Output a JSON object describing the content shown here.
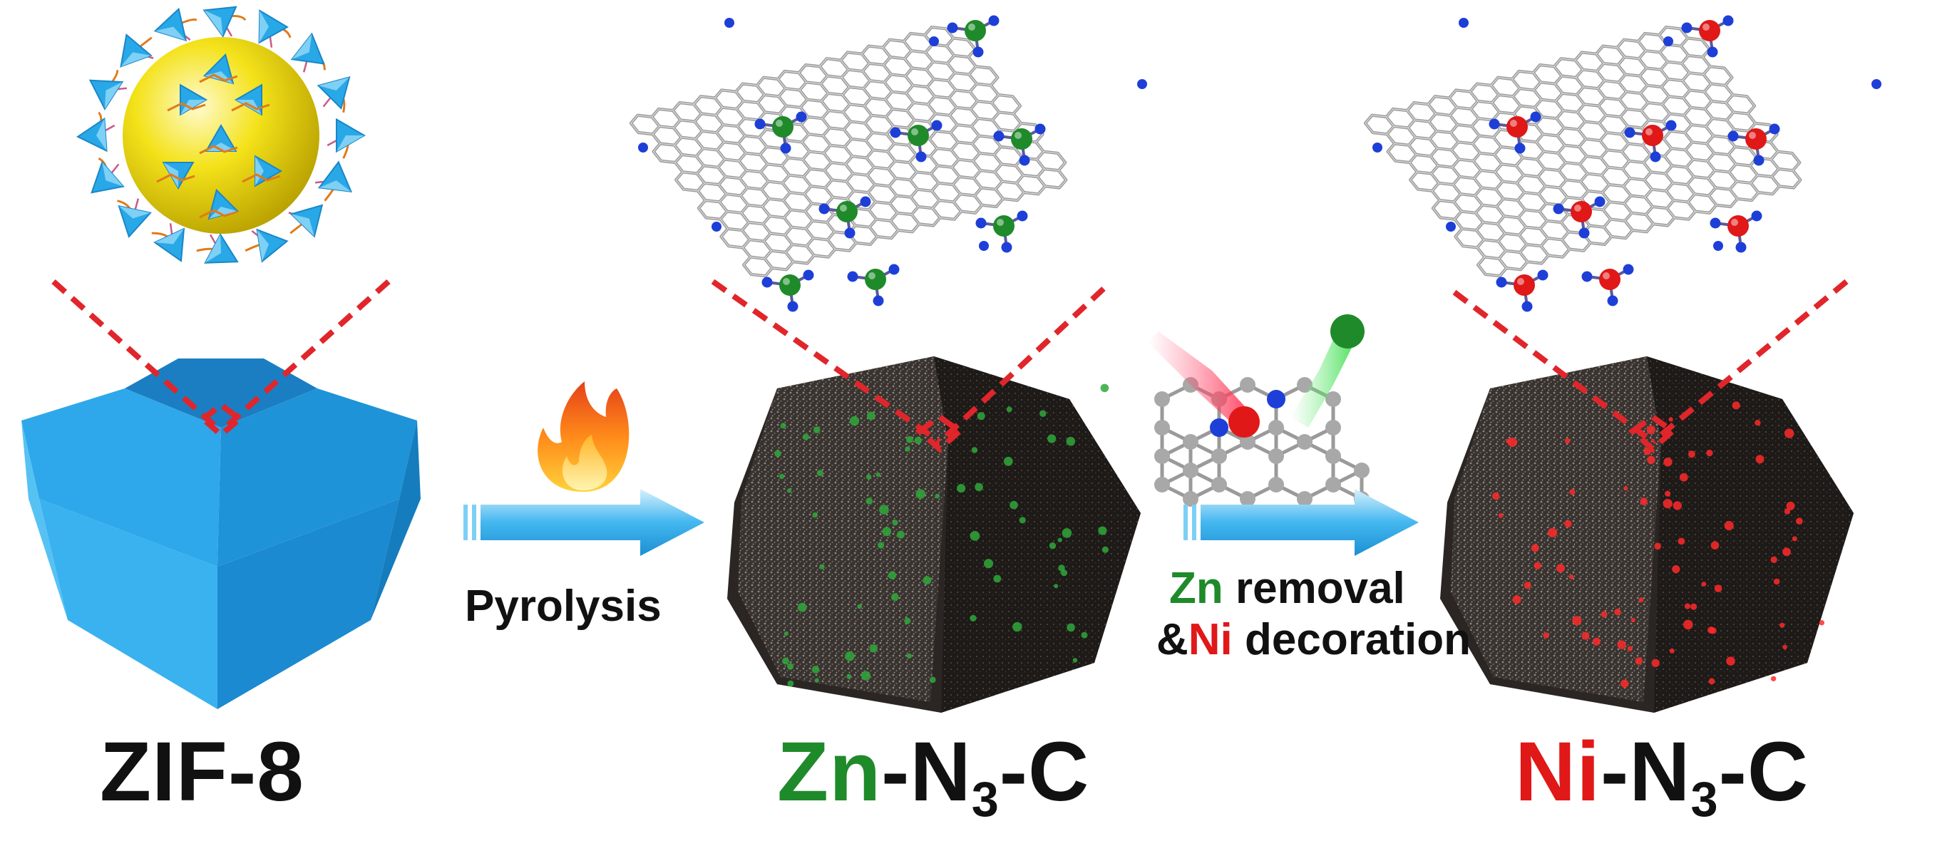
{
  "labels": {
    "zif8": "ZIF-8",
    "zn_metal": "Zn",
    "ni_metal": "Ni",
    "n_part": "-N",
    "n_sub": "3",
    "c_part": "-C",
    "pyrolysis": "Pyrolysis",
    "zn_removal_metal": "Zn",
    "zn_removal_text": " removal",
    "ni_decoration_prefix": "&",
    "ni_decoration_metal": "Ni",
    "ni_decoration_text": " decoration"
  },
  "colors": {
    "zif_blue": "#29a8e8",
    "zif_blue_dark": "#1a86c8",
    "sphere_yellow": "#f4e21a",
    "carbon_grey": "#9a9a9a",
    "nitrogen_blue": "#1d3fd8",
    "zinc_green": "#1f8a2a",
    "nickel_red": "#e01818",
    "dashed_red": "#e0262b",
    "dark_particle": "#2b2624",
    "arrow_blue": "#43b7ef",
    "label_black": "#111111"
  },
  "icons": [
    "flame-icon",
    "arrow-right-icon"
  ]
}
